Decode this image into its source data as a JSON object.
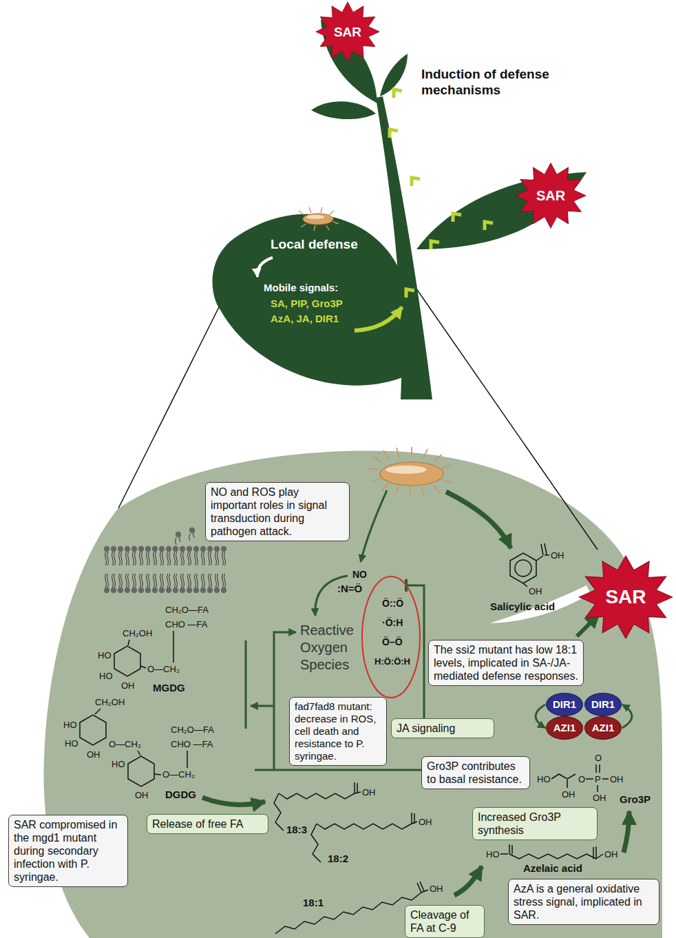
{
  "diagram": {
    "nodes": [
      {
        "text": [
          "SAR"
        ]
      },
      {
        "text": [
          "SAR"
        ]
      },
      {
        "text": [
          "NO and ROS play important roles in signal transduction during pathogen attack."
        ]
      },
      {
        "text": [
          "SAR"
        ]
      },
      {
        "text": [
          "The ssi2 mutant has low 18:1 levels, implicated in SA-/JA-mediated defense responses."
        ]
      },
      {
        "text": [
          "DIR1"
        ]
      },
      {
        "text": [
          "DIR1"
        ]
      },
      {
        "text": [
          "fad7fad8 mutant: decrease in ROS, cell death and resistance to P. syringae."
        ]
      },
      {
        "text": [
          "AZI1"
        ]
      },
      {
        "text": [
          "AZI1"
        ]
      },
      {
        "text": [
          "JA signaling"
        ]
      },
      {
        "text": [
          "Gro3P contributes to basal resistance."
        ]
      },
      {
        "text": [
          "Increased Gro3P synthesis"
        ]
      },
      {
        "text": [
          "Release of free FA"
        ]
      },
      {
        "text": [
          "SAR compromised in the mgd1 mutant during secondary infection with P. syringae."
        ]
      },
      {
        "text": [
          "AzA is a general oxidative stress signal, implicated in SAR."
        ]
      },
      {
        "text": [
          "Cleavage of FA at C-9"
        ]
      }
    ],
    "edges": [
      {
        "from": 5,
        "to": 8,
        "arrow": "to"
      },
      {
        "from": 9,
        "to": 6,
        "arrow": "to"
      }
    ],
    "labels": [
      "Local defense",
      "Mobile signals:",
      "SA, PIP, Gro3P AzA, JA, DIR1",
      "Induction of defense mechanisms",
      "NO",
      ":N=Ö",
      "Reactive Oxygen Species",
      "Ö::Ö",
      "·Ö:H",
      "Ö–Ö",
      "H:Ö:Ö:H",
      "OH",
      "OH",
      "Salicylic acid",
      "CH₂O—FA",
      "CHO —FA",
      "CH₂OH",
      "HO",
      "O—CH₂",
      "HO",
      "OH",
      "MGDG",
      "CH₂OH",
      "HO",
      "HO",
      "OH",
      "O—CH₂",
      "CH₂O—FA",
      "CHO —FA",
      "HO",
      "O—CH₂",
      "OH",
      "DGDG",
      "18:3",
      "OH",
      "18:2",
      "OH",
      "18:1",
      "OH",
      "HO",
      "OH",
      "O",
      "P",
      "O",
      "OH",
      "OH",
      "Gro3P",
      "HO",
      "OH",
      "Azelaic acid"
    ]
  }
}
